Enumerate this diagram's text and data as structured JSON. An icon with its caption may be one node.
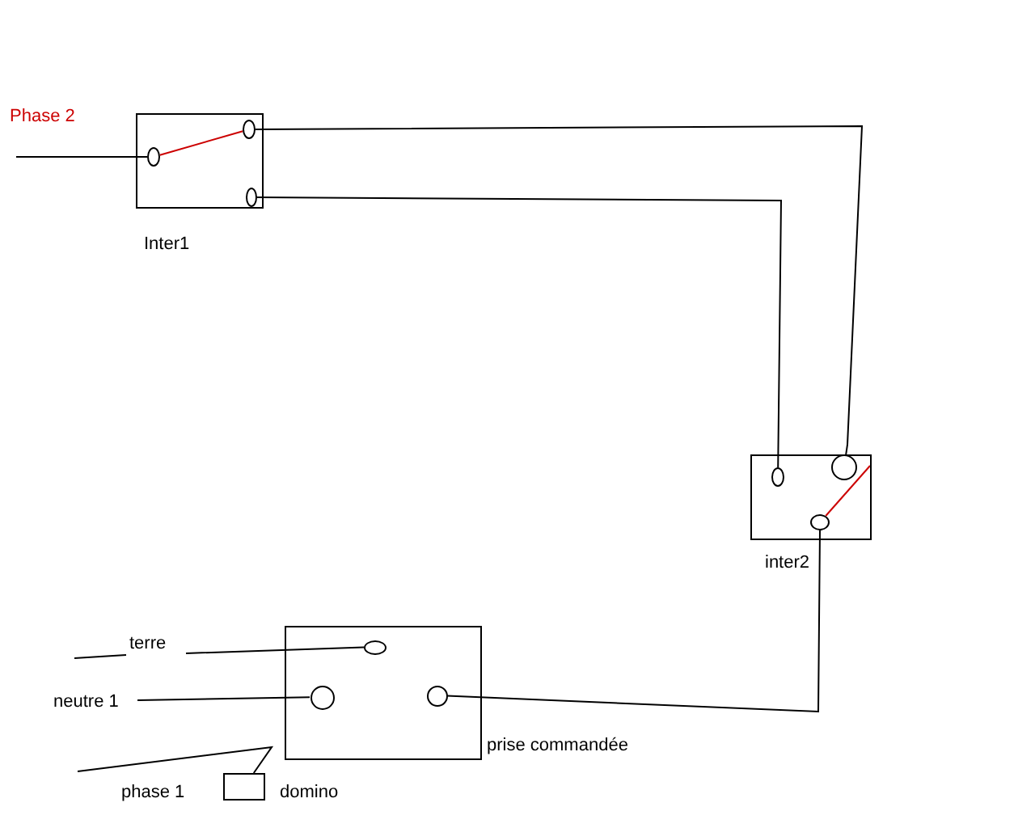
{
  "diagram": {
    "nodes": [
      {
        "text": [
          "Inter1"
        ]
      },
      {
        "text": [],
        "shape": "circle",
        "in": 0
      },
      {
        "text": [],
        "shape": "circle",
        "in": 0
      },
      {
        "text": [],
        "shape": "circle",
        "in": 0
      },
      {
        "text": [
          "inter2"
        ]
      },
      {
        "text": [],
        "shape": "circle",
        "in": 4
      },
      {
        "text": [],
        "shape": "circle",
        "in": 4
      },
      {
        "text": [],
        "shape": "circle",
        "in": 4
      },
      {
        "text": [
          "prise commandée"
        ]
      },
      {
        "text": [],
        "shape": "circle",
        "in": 8
      },
      {
        "text": [],
        "shape": "circle",
        "in": 8
      },
      {
        "text": [],
        "shape": "circle",
        "in": 8
      },
      {
        "text": [
          "domino"
        ]
      }
    ],
    "edges": [
      {
        "from": null,
        "to": 1,
        "arrow": "none"
      },
      {
        "from": 1,
        "to": 2,
        "arrow": "none",
        "color": "#cc0000"
      },
      {
        "from": 2,
        "to": 6,
        "arrow": "none"
      },
      {
        "from": 3,
        "to": 5,
        "arrow": "none"
      },
      {
        "from": 7,
        "to": null,
        "arrow": "none",
        "color": "#cc0000"
      },
      {
        "from": 7,
        "to": 11,
        "arrow": "none"
      },
      {
        "from": null,
        "to": 9,
        "arrow": "none"
      },
      {
        "from": null,
        "to": 10,
        "arrow": "none"
      },
      {
        "from": null,
        "to": 12,
        "arrow": "none"
      }
    ],
    "labels": [
      "Phase 2",
      "terre",
      "neutre 1",
      "phase 1"
    ]
  }
}
